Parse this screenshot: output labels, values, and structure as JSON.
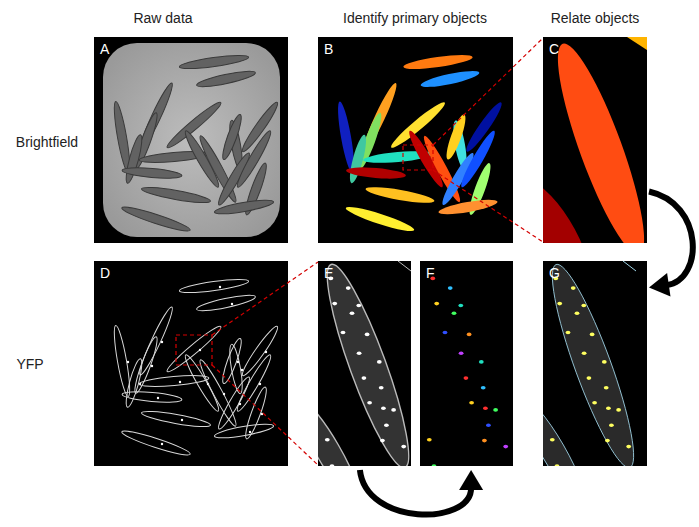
{
  "diagram": {
    "nodes": [
      {
        "text": [
          "A"
        ]
      },
      {
        "text": [
          "B"
        ]
      },
      {
        "text": [
          "C"
        ]
      },
      {
        "text": [
          "D"
        ]
      },
      {
        "text": [
          "E"
        ]
      },
      {
        "text": [
          "F"
        ]
      },
      {
        "text": [
          "G"
        ]
      }
    ],
    "edges": [
      {
        "from": 2,
        "to": 6,
        "arrow": "to"
      },
      {
        "from": 4,
        "to": 5,
        "arrow": "to"
      }
    ],
    "labels": [
      "Raw data",
      "Identify primary objects",
      "Relate objects",
      "Brightfield",
      "YFP"
    ]
  }
}
